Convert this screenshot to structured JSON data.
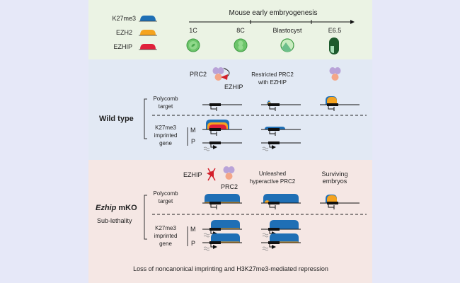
{
  "legend": [
    {
      "label": "K27me3",
      "color": "#1f6fb5"
    },
    {
      "label": "EZH2",
      "color": "#f5a31f"
    },
    {
      "label": "EZHIP",
      "color": "#e0203a"
    }
  ],
  "timeline": {
    "title": "Mouse early embryogenesis",
    "stages": [
      "1C",
      "8C",
      "Blastocyst",
      "E6.5"
    ]
  },
  "wild_type": {
    "title": "Wild type",
    "prc2_label": "PRC2",
    "ezhip_label": "EZHIP",
    "restricted_label_1": "Restricted PRC2",
    "restricted_label_2": "with EZHIP",
    "polycomb_label_1": "Polycomb",
    "polycomb_label_2": "target",
    "imprinted_label_1": "K27me3",
    "imprinted_label_2": "imprinted",
    "imprinted_label_3": "gene",
    "maternal": "M",
    "paternal": "P"
  },
  "mko": {
    "title_italic": "Ezhip",
    "title_rest": " mKO",
    "subtitle": "Sub-lethality",
    "ezhip_label": "EZHIP",
    "prc2_label": "PRC2",
    "unleashed_label_1": "Unleashed",
    "unleashed_label_2": "hyperactive PRC2",
    "surviving_label_1": "Surviving",
    "surviving_label_2": "embryos",
    "polycomb_label_1": "Polycomb",
    "polycomb_label_2": "target",
    "imprinted_label_1": "K27me3",
    "imprinted_label_2": "imprinted",
    "imprinted_label_3": "gene",
    "maternal": "M",
    "paternal": "P",
    "conclusion": "Loss of noncanonical imprinting and H3K27me3-mediated repression"
  },
  "colors": {
    "k27me3": "#1f6fb5",
    "ezh2": "#f5a31f",
    "ezhip": "#e0203a",
    "prc2_top": "#b9a3d8",
    "prc2_bottom": "#f4a688",
    "embryo_green": "#5cb85c",
    "embryo_dark": "#1d5a2c"
  }
}
